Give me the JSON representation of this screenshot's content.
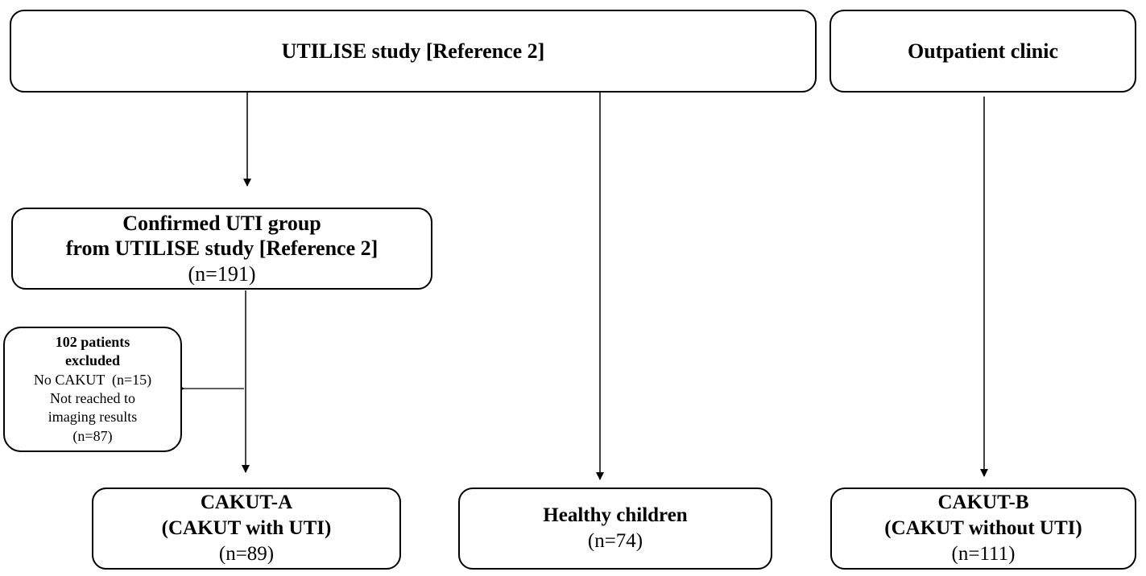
{
  "boxes": {
    "utilise_study": {
      "label": "UTILISE study [Reference 2]"
    },
    "outpatient_clinic": {
      "label": "Outpatient clinic"
    },
    "confirmed_uti": {
      "line1": "Confirmed UTI group",
      "line2": "from UTILISE study [Reference 2]",
      "count": "(n=191)"
    },
    "excluded": {
      "line1": "102 patients",
      "line2": "excluded",
      "line3": "No CAKUT  (n=15)",
      "line4": "Not reached to",
      "line5": "imaging results",
      "line6": "(n=87)"
    },
    "cakut_a": {
      "title": "CAKUT-A",
      "subtitle": "(CAKUT with UTI)",
      "count": "(n=89)"
    },
    "healthy_children": {
      "title": "Healthy children",
      "count": "(n=74)"
    },
    "cakut_b": {
      "title": "CAKUT-B",
      "subtitle": "(CAKUT without UTI)",
      "count": "(n=111)"
    }
  }
}
